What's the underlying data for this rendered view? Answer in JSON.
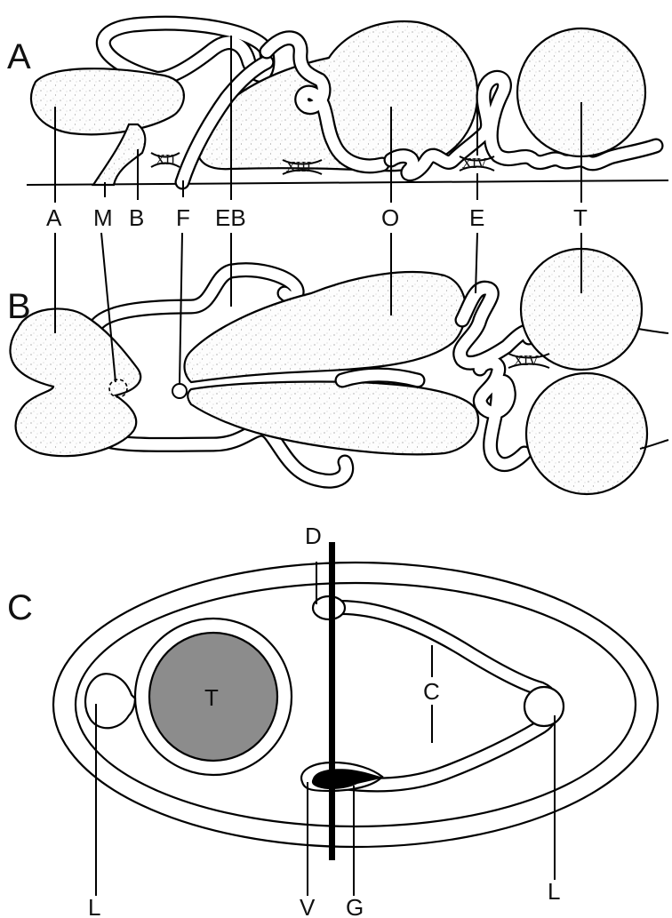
{
  "panels": {
    "a": "A",
    "b": "B",
    "c": "C"
  },
  "panel_a": {
    "labels": {
      "A": "A",
      "M": "M",
      "B": "B",
      "F": "F",
      "EB": "EB",
      "O": "O",
      "E": "E",
      "T": "T"
    },
    "segments": [
      "XII",
      "XIII",
      "XIV"
    ]
  },
  "panel_b": {
    "segment": "XIV"
  },
  "panel_c": {
    "labels": {
      "D": "D",
      "C": "C",
      "T": "T",
      "L_left": "L",
      "V": "V",
      "G": "G",
      "L_right": "L"
    },
    "testis_color": "#8c8c8c"
  }
}
